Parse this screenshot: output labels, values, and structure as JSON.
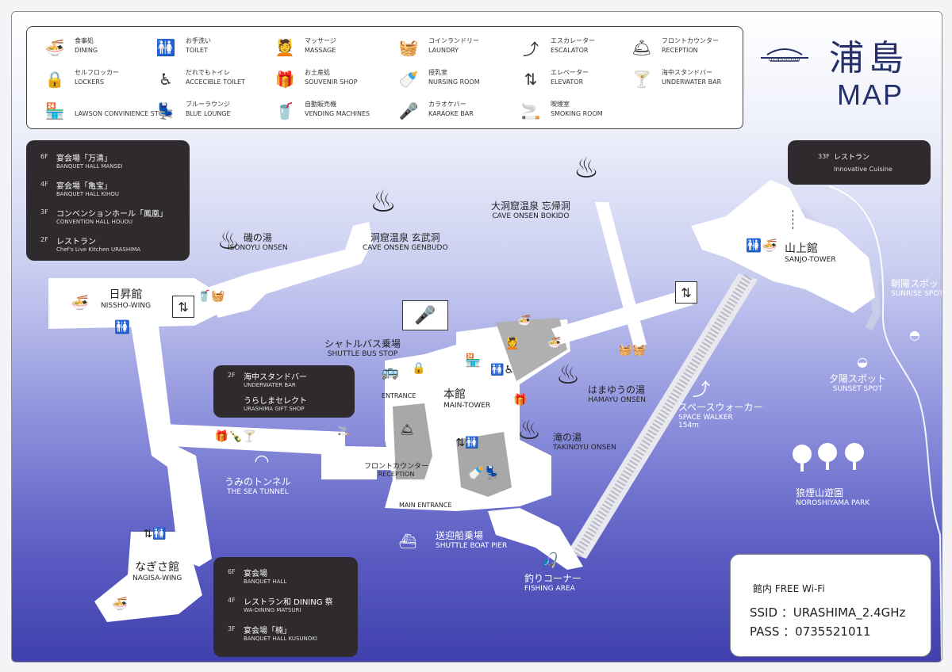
{
  "title": {
    "jp": "浦島",
    "en": "MAP",
    "logo_text": "Urashima"
  },
  "legend": [
    {
      "icon": "dining-icon",
      "glyph": "🍜",
      "jp": "食事処",
      "en": "DINING"
    },
    {
      "icon": "toilet-icon",
      "glyph": "🚻",
      "jp": "お手洗い",
      "en": "TOILET"
    },
    {
      "icon": "massage-icon",
      "glyph": "💆",
      "jp": "マッサージ",
      "en": "MASSAGE"
    },
    {
      "icon": "laundry-icon",
      "glyph": "🧺",
      "jp": "コインランドリー",
      "en": "LAUNDRY"
    },
    {
      "icon": "escalator-icon",
      "glyph": "⤴",
      "jp": "エスカレーター",
      "en": "ESCALATOR"
    },
    {
      "icon": "reception-icon",
      "glyph": "🛎",
      "jp": "フロントカウンター",
      "en": "RECEPTION"
    },
    {
      "icon": "locker-icon",
      "glyph": "🔒",
      "jp": "セルフロッカー",
      "en": "LOCKERS"
    },
    {
      "icon": "accessible-toilet-icon",
      "glyph": "♿",
      "jp": "だれでもトイレ",
      "en": "ACCECIBLE TOILET"
    },
    {
      "icon": "souvenir-icon",
      "glyph": "🎁",
      "jp": "お土産処",
      "en": "SOUVENIR SHOP"
    },
    {
      "icon": "nursing-room-icon",
      "glyph": "🍼",
      "jp": "授乳室",
      "en": "NURSING ROOM"
    },
    {
      "icon": "elevator-icon",
      "glyph": "⇅",
      "jp": "エレベーター",
      "en": "ELEVATOR"
    },
    {
      "icon": "underwater-bar-icon",
      "glyph": "🍸",
      "jp": "海中スタンドバー",
      "en": "UNDERWATER BAR"
    },
    {
      "icon": "lawson-icon",
      "glyph": "🏪",
      "jp": "",
      "en": "LAWSON CONVINIENCE STORE"
    },
    {
      "icon": "blue-lounge-icon",
      "glyph": "💺",
      "jp": "ブルーラウンジ",
      "en": "BLUE LOUNGE"
    },
    {
      "icon": "vending-machine-icon",
      "glyph": "🥤",
      "jp": "自動販売機",
      "en": "VENDING MACHINES"
    },
    {
      "icon": "karaoke-icon",
      "glyph": "🎤",
      "jp": "カラオケバー",
      "en": "KARAOKE BAR"
    },
    {
      "icon": "smoking-icon",
      "glyph": "🚬",
      "jp": "喫煙室",
      "en": "SMOKING ROOM"
    }
  ],
  "nissho_floors": [
    {
      "floor": "6F",
      "jp": "宴会場「万清」",
      "en": "BANQUET HALL MANSEI"
    },
    {
      "floor": "4F",
      "jp": "宴会場「亀宝」",
      "en": "BANQUET HALL KIHOU"
    },
    {
      "floor": "3F",
      "jp": "コンベンションホール「鳳凰」",
      "en": "CONVENTION HALL HOUOU"
    },
    {
      "floor": "2F",
      "jp": "レストラン",
      "en": "Chef's Live Kitchen URASHIMA"
    }
  ],
  "main_floors": [
    {
      "floor": "2F",
      "jp": "海中スタンドバー",
      "en": "UNDERWATER BAR"
    },
    {
      "floor": "",
      "jp": "うらしまセレクト",
      "en": "URASHIMA GIFT SHOP"
    }
  ],
  "nagisa_floors": [
    {
      "floor": "6F",
      "jp": "宴会場",
      "en": "BANQUET HALL"
    },
    {
      "floor": "4F",
      "jp": "レストラン和 DINING 祭",
      "en": "WA-DINING MATSURI"
    },
    {
      "floor": "3F",
      "jp": "宴会場「楠」",
      "en": "BANQUET HALL KUSUNOKI"
    }
  ],
  "sanjo_box": {
    "floor": "33F",
    "jp": "レストラン",
    "en": "Innovative Cuisine"
  },
  "places": {
    "nissho": {
      "jp": "日昇館",
      "en": "NISSHO-WING"
    },
    "isonoyu": {
      "jp": "磯の湯",
      "en": "ISONOYU ONSEN"
    },
    "genbudo": {
      "jp": "洞窟温泉 玄武洞",
      "en": "CAVE ONSEN GENBUDO"
    },
    "bokido": {
      "jp": "大洞窟温泉 忘帰洞",
      "en": "CAVE ONSEN BOKIDO"
    },
    "sanjo": {
      "jp": "山上館",
      "en": "SANJO-TOWER"
    },
    "sunrise": {
      "jp": "朝陽スポット",
      "en": "SUNRISE SPOT"
    },
    "sunset": {
      "jp": "夕陽スポット",
      "en": "SUNSET SPOT"
    },
    "spacewalker": {
      "jp": "スペースウォーカー",
      "en": "SPACE WALKER",
      "length": "154m"
    },
    "park": {
      "jp": "狼煙山遊園",
      "en": "NOROSHIYAMA PARK"
    },
    "shuttlebus": {
      "jp": "シャトルバス乗場",
      "en": "SHUTTLE BUS STOP"
    },
    "entrance": {
      "en": "ENTRANCE"
    },
    "main": {
      "jp": "本館",
      "en": "MAIN-TOWER"
    },
    "hamayu": {
      "jp": "はまゆうの湯",
      "en": "HAMAYU ONSEN"
    },
    "takinoyu": {
      "jp": "滝の湯",
      "en": "TAKINOYU ONSEN"
    },
    "reception": {
      "jp": "フロントカウンター",
      "en": "RECEPTION"
    },
    "mainentrance": {
      "en": "MAIN ENTRANCE"
    },
    "tunnel": {
      "jp": "うみのトンネル",
      "en": "THE SEA TUNNEL"
    },
    "boatpier": {
      "jp": "送迎船乗場",
      "en": "SHUTTLE BOAT PIER"
    },
    "fishing": {
      "jp": "釣りコーナー",
      "en": "FISHING AREA"
    },
    "nagisa": {
      "jp": "なぎさ館",
      "en": "NAGISA-WING"
    }
  },
  "wifi": {
    "title": "館内 FREE Wi-Fi",
    "ssid": "SSID ：URASHIMA_2.4GHz",
    "pass": "PASS ：0735521011"
  },
  "colors": {
    "ink": "#2e2a2d",
    "title": "#25306a",
    "sea_top": "#ffffff",
    "sea_bottom": "#3f40ad",
    "building": "#ffffff",
    "interior": "#9a9a9a"
  }
}
